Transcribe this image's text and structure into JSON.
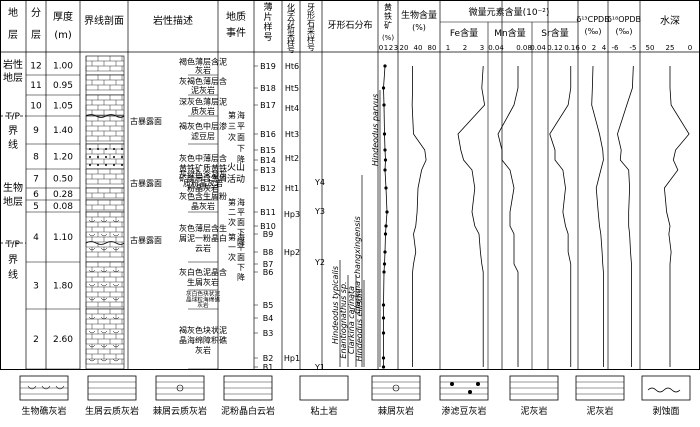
{
  "headers": {
    "stratum": "地层",
    "layer": "分层",
    "thickness": "厚度\n(m)",
    "profile": "界线剖面",
    "lithology": "岩性描述",
    "event": "地质事件",
    "thin_section": "薄片样号",
    "chem_sample": "化学分析采样号",
    "conodont_sample": "牙形石采样号",
    "conodont_dist": "牙形石分布",
    "pyrite": "黄铁矿(%)",
    "bio": "生物含量(%)",
    "trace": "微量元素含量(10⁻²)",
    "fe": "Fe含量",
    "mn": "Mn含量",
    "sr": "Sr含量",
    "c13": "δ13CPDB",
    "c13_unit": "(‰)",
    "o18": "δ18OPDB",
    "o18_unit": "(‰)",
    "depth": "水深"
  },
  "scales": {
    "pyrite": [
      "0",
      "1",
      "2",
      "3"
    ],
    "bio": [
      "20",
      "40",
      "80"
    ],
    "fe": [
      "1",
      "2",
      "3"
    ],
    "mn": [
      "0.04",
      "0.08"
    ],
    "sr": [
      "0.04",
      "0.12",
      "0.16"
    ],
    "c13": [
      "0",
      "2",
      "4"
    ],
    "o18": [
      "-6",
      "-5"
    ],
    "depth": [
      "50",
      "25",
      "0"
    ]
  },
  "strata": [
    {
      "label": "岩性地层"
    },
    {
      "label": "T/P"
    },
    {
      "label": "界线"
    },
    {
      "label": "生物地层"
    },
    {
      "label": "T/P"
    },
    {
      "label": "界线"
    }
  ],
  "layers": [
    {
      "n": "12",
      "t": "1.00"
    },
    {
      "n": "11",
      "t": "0.95"
    },
    {
      "n": "10",
      "t": "1.05"
    },
    {
      "n": "9",
      "t": "1.40"
    },
    {
      "n": "8",
      "t": "1.20"
    },
    {
      "n": "7",
      "t": "0.50"
    },
    {
      "n": "6",
      "t": "0.28"
    },
    {
      "n": "5",
      "t": "0.08"
    },
    {
      "n": "4",
      "t": "1.10"
    },
    {
      "n": "3",
      "t": "1.80"
    },
    {
      "n": "2",
      "t": "2.60"
    }
  ],
  "lith_desc": [
    "褐色薄层含泥灰岩",
    "灰褐色薄层含泥灰岩",
    "深灰色薄层泥质灰岩",
    "褐灰色中层渗滤豆层",
    "灰色中薄层含黄铁矿质黄铁矿条带含生屑粉晶灰岩",
    "灰绿色含凝灰质粉晶灰岩",
    "灰色含生屑粉晶灰岩",
    "灰色薄层含生屑泥一粉晶白云岩",
    "灰白色泥晶含生屑灰岩",
    "灰白色块状泥晶球粒海绵礁灰岩",
    "褐灰色块状泥晶海绵障积礁灰岩"
  ],
  "exposures": [
    "古暴露面",
    "古暴露面",
    "古暴露面"
  ],
  "events": [
    "第三次海平面下降",
    "火山活动",
    "第二次海平面下降",
    "第一次海平面下降"
  ],
  "thin_sections": [
    "B19",
    "B18",
    "B17",
    "B16",
    "B15",
    "B14",
    "B13",
    "B12",
    "B11",
    "B10",
    "B9",
    "B8",
    "B7",
    "B6",
    "B5",
    "B4",
    "B3",
    "B2",
    "B1"
  ],
  "chem_samples": [
    "Ht6",
    "Ht5",
    "Ht4",
    "Ht3",
    "Ht2",
    "Ht1",
    "Hp3",
    "Hp2",
    "Hp1"
  ],
  "conodont_samples": [
    "Y4",
    "Y3",
    "Y2",
    "Y1"
  ],
  "species": [
    "Hindeodus typicalis",
    "Enantiognathus sp.",
    "Clarkina carinata",
    "Hindeodus ellisoni",
    "Clarkina changxingensis",
    "Hindeodus parvus"
  ],
  "legend": [
    "生物礁灰岩",
    "生屑云质灰岩",
    "棘屑云质灰岩",
    "泥粉晶白云岩",
    "粘土岩",
    "棘屑灰岩",
    "渗滤豆灰岩",
    "泥灰岩",
    "泥灰岩",
    "剥蚀面"
  ],
  "chart_data": {
    "type": "line",
    "y_axis": "sample position (top to bottom, 19 levels)",
    "pyrite_percent": [
      0.8,
      0.5,
      0.6,
      0.7,
      0.8,
      0.9,
      0.8,
      1.0,
      1.2,
      1.0,
      0.9,
      0.8,
      0.7,
      0.6,
      0.5,
      0.5,
      0.5,
      0.5,
      0.5
    ],
    "bio_percent": [
      28,
      28,
      27,
      30,
      55,
      58,
      48,
      40,
      38,
      35,
      30,
      35,
      30,
      28,
      28,
      28,
      28,
      28,
      28
    ],
    "fe": [
      2.8,
      2.7,
      2.9,
      1.0,
      1.2,
      1.4,
      2.0,
      2.2,
      2.0,
      2.2,
      2.5,
      2.6,
      2.7,
      2.8,
      2.8,
      2.8,
      2.8,
      2.8,
      2.8
    ],
    "mn": [
      0.07,
      0.07,
      0.06,
      0.02,
      0.03,
      0.03,
      0.05,
      0.06,
      0.05,
      0.05,
      0.06,
      0.06,
      0.06,
      0.07,
      0.07,
      0.07,
      0.07,
      0.07,
      0.07
    ],
    "sr": [
      0.14,
      0.14,
      0.13,
      0.06,
      0.08,
      0.08,
      0.11,
      0.12,
      0.11,
      0.12,
      0.13,
      0.13,
      0.14,
      0.14,
      0.14,
      0.14,
      0.14,
      0.14,
      0.14
    ],
    "d13c": [
      2.0,
      1.9,
      1.8,
      3.0,
      3.5,
      3.6,
      3.2,
      2.5,
      2.8,
      3.0,
      3.2,
      3.4,
      3.5,
      3.6,
      3.6,
      3.6,
      3.6,
      3.6,
      3.6
    ],
    "d18o": [
      -4.5,
      -4.6,
      -5.2,
      -6.2,
      -5.8,
      -5.9,
      -5.0,
      -4.9,
      -5.0,
      -5.0,
      -4.9,
      -4.8,
      -4.7,
      -4.7,
      -4.7,
      -4.7,
      -4.7,
      -4.7,
      -4.7
    ],
    "water_depth": [
      25,
      25,
      24,
      8,
      20,
      22,
      18,
      30,
      28,
      25,
      26,
      24,
      25,
      25,
      25,
      25,
      25,
      25,
      25
    ]
  }
}
